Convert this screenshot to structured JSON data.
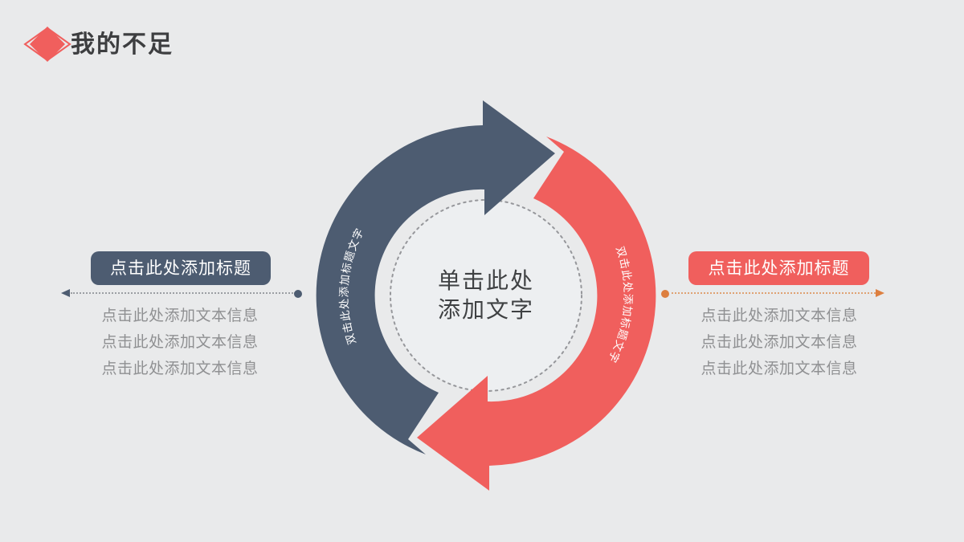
{
  "slide": {
    "title": "我的不足",
    "colors": {
      "background": "#e9eaeb",
      "slate": "#4d5c71",
      "coral": "#f05f5d",
      "orange": "#dd7f3f",
      "inner_circle": "#edeff1",
      "dotted_ring": "#96979b"
    },
    "diagram": {
      "center_line1": "单击此处",
      "center_line2": "添加文字",
      "dark_arrow_label": "双击此处添加标题文字",
      "red_arrow_label": "双击此处添加标题文字"
    },
    "left_panel": {
      "title": "点击此处添加标题",
      "lines": [
        "点击此处添加文本信息",
        "点击此处添加文本信息",
        "点击此处添加文本信息"
      ]
    },
    "right_panel": {
      "title": "点击此处添加标题",
      "lines": [
        "点击此处添加文本信息",
        "点击此处添加文本信息",
        "点击此处添加文本信息"
      ]
    }
  }
}
